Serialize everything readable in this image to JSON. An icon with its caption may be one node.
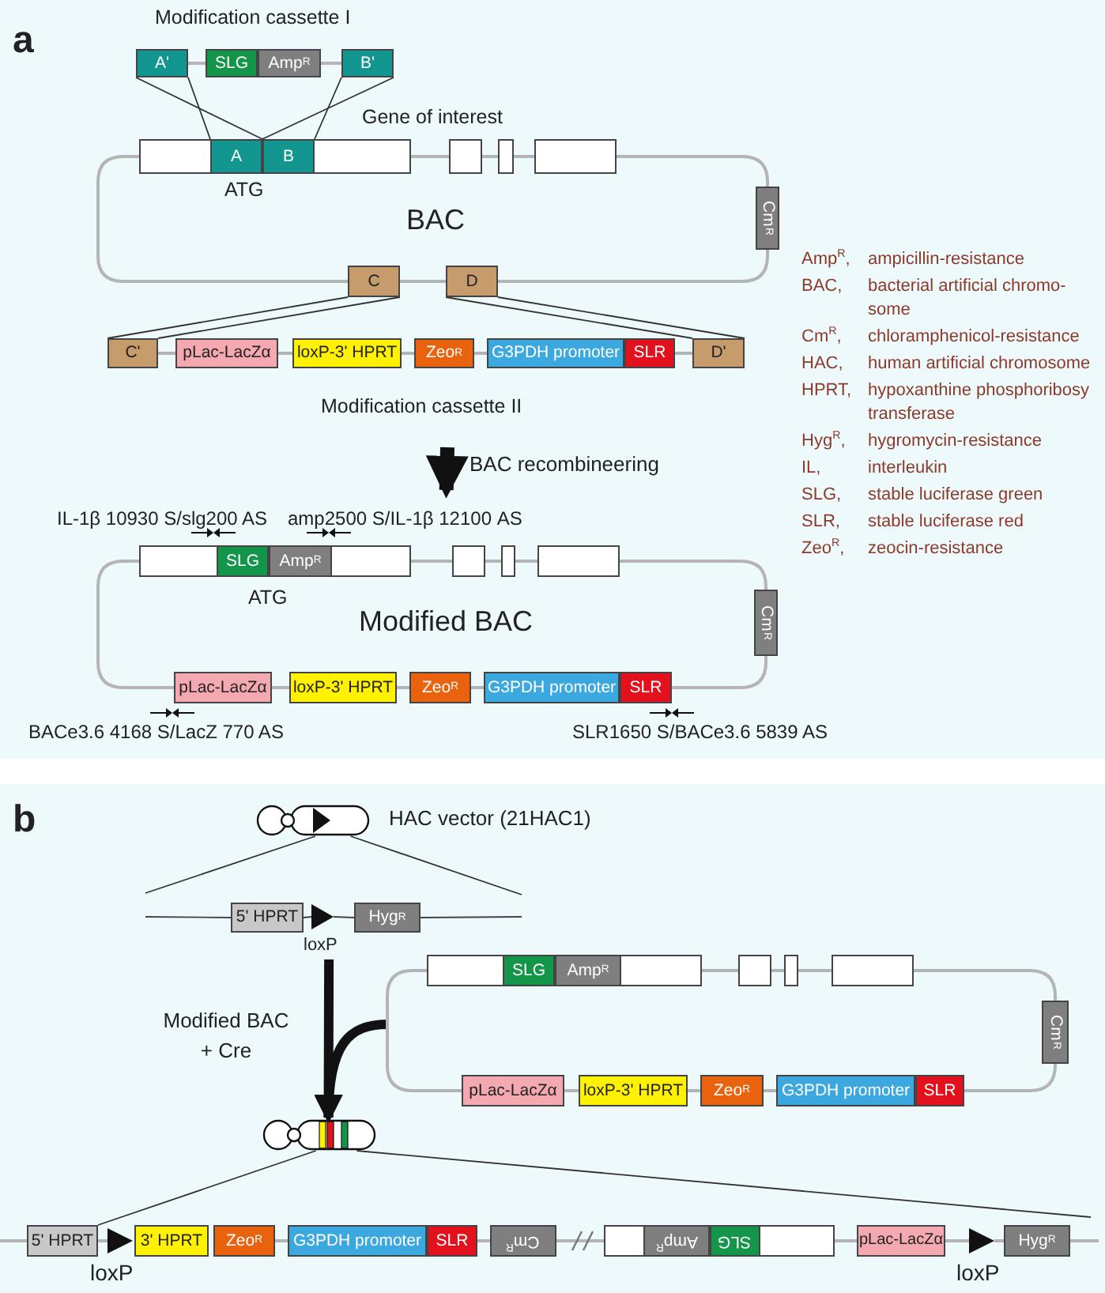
{
  "diagram": {
    "nodes": [
      {
        "text": [
          "A'"
        ]
      },
      {
        "text": [
          "SLG"
        ]
      },
      {
        "text": [
          "Amp$^{R}$"
        ]
      },
      {
        "text": [
          "B'"
        ]
      },
      {
        "text": [],
        "shape": "box"
      },
      {
        "text": [
          "A"
        ],
        "in": 4
      },
      {
        "text": [
          "B"
        ],
        "in": 4
      },
      {
        "text": [],
        "shape": "box"
      },
      {
        "text": [],
        "shape": "box"
      },
      {
        "text": [],
        "shape": "box"
      },
      {
        "text": [
          "Cm$^{R}$"
        ]
      },
      {
        "text": [
          "C"
        ]
      },
      {
        "text": [
          "D"
        ]
      },
      {
        "text": [
          "C'"
        ]
      },
      {
        "text": [
          "pLac-LacZα"
        ]
      },
      {
        "text": [
          "loxP-3' HPRT"
        ]
      },
      {
        "text": [
          "Zeo$^{R}$"
        ]
      },
      {
        "text": [
          "G3PDH promoter"
        ]
      },
      {
        "text": [
          "SLR"
        ]
      },
      {
        "text": [
          "D'"
        ]
      },
      {
        "text": [],
        "shape": "box"
      },
      {
        "text": [
          "SLG"
        ],
        "in": 20
      },
      {
        "text": [
          "Amp$^{R}$"
        ],
        "in": 20
      },
      {
        "text": [],
        "shape": "box"
      },
      {
        "text": [],
        "shape": "box"
      },
      {
        "text": [],
        "shape": "box"
      },
      {
        "text": [
          "Cm$^{R}$"
        ]
      },
      {
        "text": [
          "pLac-LacZα"
        ]
      },
      {
        "text": [
          "loxP-3' HPRT"
        ]
      },
      {
        "text": [
          "Zeo$^{R}$"
        ]
      },
      {
        "text": [
          "G3PDH promoter"
        ]
      },
      {
        "text": [
          "SLR"
        ]
      },
      {
        "text": [],
        "shape": "chromosome",
        "beside": [
          "HAC vector (21HAC1)"
        ]
      },
      {
        "text": [
          "5' HPRT"
        ]
      },
      {
        "text": [],
        "shape": "triangle",
        "beside": [
          "loxP"
        ]
      },
      {
        "text": [
          "Hyg$^{R}$"
        ]
      },
      {
        "text": [],
        "shape": "box"
      },
      {
        "text": [
          "SLG"
        ],
        "in": 36
      },
      {
        "text": [
          "Amp$^{R}$"
        ],
        "in": 36
      },
      {
        "text": [],
        "shape": "box"
      },
      {
        "text": [],
        "shape": "box"
      },
      {
        "text": [],
        "shape": "box"
      },
      {
        "text": [
          "Cm$^{R}$"
        ]
      },
      {
        "text": [
          "pLac-LacZα"
        ]
      },
      {
        "text": [
          "loxP-3' HPRT"
        ]
      },
      {
        "text": [
          "Zeo$^{R}$"
        ]
      },
      {
        "text": [
          "G3PDH promoter"
        ]
      },
      {
        "text": [
          "SLR"
        ]
      },
      {
        "text": [],
        "shape": "chromosome"
      },
      {
        "text": [
          "5' HPRT"
        ]
      },
      {
        "text": [],
        "shape": "triangle",
        "beside": [
          "loxP"
        ]
      },
      {
        "text": [
          "3' HPRT"
        ]
      },
      {
        "text": [
          "Zeo$^{R}$"
        ]
      },
      {
        "text": [
          "G3PDH promoter"
        ]
      },
      {
        "text": [
          "SLR"
        ]
      },
      {
        "text": [
          "Cm$^{R}$"
        ]
      },
      {
        "text": [],
        "shape": "box"
      },
      {
        "text": [
          "Amp$^{R}$"
        ],
        "in": 56
      },
      {
        "text": [
          "SLG"
        ],
        "in": 56
      },
      {
        "text": [
          "pLac-LacZα"
        ]
      },
      {
        "text": [],
        "shape": "triangle",
        "beside": [
          "loxP"
        ]
      },
      {
        "text": [
          "Hyg$^{R}$"
        ]
      }
    ],
    "edges": [
      {
        "from": 0,
        "to": 5,
        "arrow": "none",
        "color": "#333333"
      },
      {
        "from": 0,
        "to": 5,
        "arrow": "none",
        "color": "#333333"
      },
      {
        "from": 3,
        "to": 6,
        "arrow": "none",
        "color": "#333333"
      },
      {
        "from": 3,
        "to": 6,
        "arrow": "none",
        "color": "#333333"
      },
      {
        "from": 11,
        "to": 13,
        "arrow": "none",
        "color": "#333333"
      },
      {
        "from": 11,
        "to": 13,
        "arrow": "none",
        "color": "#333333"
      },
      {
        "from": 12,
        "to": 19,
        "arrow": "none",
        "color": "#333333"
      },
      {
        "from": 12,
        "to": 19,
        "arrow": "none",
        "color": "#333333"
      },
      {
        "from": null,
        "to": 20,
        "arrow": "to",
        "label": "BAC recombineering",
        "style": "thick",
        "color": "#111111"
      },
      {
        "from": 32,
        "to": null,
        "arrow": "none",
        "color": "#333333"
      },
      {
        "from": 32,
        "to": null,
        "arrow": "none",
        "color": "#333333"
      },
      {
        "from": 34,
        "to": 48,
        "arrow": "to",
        "label": "Modified BAC + Cre",
        "style": "thick",
        "color": "#111111"
      },
      {
        "from": null,
        "to": 48,
        "arrow": "to",
        "style": "thick",
        "color": "#111111"
      },
      {
        "from": 48,
        "to": 49,
        "arrow": "none",
        "color": "#333333"
      },
      {
        "from": 48,
        "to": null,
        "arrow": "none",
        "color": "#333333"
      },
      {
        "from": 0,
        "to": 1,
        "arrow": "none"
      },
      {
        "from": 2,
        "to": 3,
        "arrow": "none"
      },
      {
        "from": 4,
        "to": 7,
        "arrow": "none"
      },
      {
        "from": 7,
        "to": 8,
        "arrow": "none"
      },
      {
        "from": 8,
        "to": 9,
        "arrow": "none"
      },
      {
        "from": 9,
        "to": 10,
        "arrow": "none"
      },
      {
        "from": 10,
        "to": 12,
        "arrow": "none"
      },
      {
        "from": 12,
        "to": 11,
        "arrow": "none"
      },
      {
        "from": 11,
        "to": 4,
        "arrow": "none"
      },
      {
        "from": 13,
        "to": 14,
        "arrow": "none"
      },
      {
        "from": 14,
        "to": 15,
        "arrow": "none"
      },
      {
        "from": 15,
        "to": 16,
        "arrow": "none"
      },
      {
        "from": 16,
        "to": 17,
        "arrow": "none"
      },
      {
        "from": 18,
        "to": 19,
        "arrow": "none"
      },
      {
        "from": 20,
        "to": 23,
        "arrow": "none"
      },
      {
        "from": 23,
        "to": 24,
        "arrow": "none"
      },
      {
        "from": 24,
        "to": 25,
        "arrow": "none"
      },
      {
        "from": 25,
        "to": 26,
        "arrow": "none"
      },
      {
        "from": 26,
        "to": 31,
        "arrow": "none"
      },
      {
        "from": 30,
        "to": 29,
        "arrow": "none"
      },
      {
        "from": 29,
        "to": 28,
        "arrow": "none"
      },
      {
        "from": 28,
        "to": 27,
        "arrow": "none"
      },
      {
        "from": 27,
        "to": 20,
        "arrow": "none"
      },
      {
        "from": 33,
        "to": 34,
        "arrow": "none",
        "color": "#444444"
      },
      {
        "from": 34,
        "to": 35,
        "arrow": "none",
        "color": "#444444"
      },
      {
        "from": null,
        "to": 33,
        "arrow": "none",
        "color": "#444444"
      },
      {
        "from": 35,
        "to": null,
        "arrow": "none",
        "color": "#444444"
      },
      {
        "from": 36,
        "to": 39,
        "arrow": "none"
      },
      {
        "from": 39,
        "to": 40,
        "arrow": "none"
      },
      {
        "from": 40,
        "to": 41,
        "arrow": "none"
      },
      {
        "from": 41,
        "to": 42,
        "arrow": "none"
      },
      {
        "from": 42,
        "to": 47,
        "arrow": "none"
      },
      {
        "from": 46,
        "to": 45,
        "arrow": "none"
      },
      {
        "from": 45,
        "to": 44,
        "arrow": "none"
      },
      {
        "from": 44,
        "to": 43,
        "arrow": "none"
      },
      {
        "from": 43,
        "to": 36,
        "arrow": "none"
      },
      {
        "from": null,
        "to": 49,
        "arrow": "none"
      },
      {
        "from": 49,
        "to": 50,
        "arrow": "none"
      },
      {
        "from": 52,
        "to": 53,
        "arrow": "none"
      },
      {
        "from": 54,
        "to": 55,
        "arrow": "none"
      },
      {
        "from": 55,
        "to": 56,
        "arrow": "none"
      },
      {
        "from": 56,
        "to": 59,
        "arrow": "none"
      },
      {
        "from": 59,
        "to": 60,
        "arrow": "none"
      },
      {
        "from": 60,
        "to": 61,
        "arrow": "none"
      },
      {
        "from": 61,
        "to": null,
        "arrow": "none"
      }
    ],
    "labels": [
      "a",
      "Modification cassette I",
      "Gene of interest",
      "ATG",
      "BAC",
      "Amp$^{R}$,",
      "ampicillin-resistance",
      "BAC,",
      "bacterial artificial chromo- some",
      "Cm$^{R}$,",
      "chloramphenicol-resistance",
      "HAC,",
      "human artificial chromosome",
      "HPRT,",
      "hypoxanthine phosphoribosy transferase",
      "Hyg$^{R}$,",
      "hygromycin-resistance",
      "IL,",
      "interleukin",
      "SLG,",
      "stable luciferase green",
      "SLR,",
      "stable luciferase red",
      "Zeo$^{R}$,",
      "zeocin-resistance",
      "Modification cassette II",
      "IL-1β 10930 S/slg200 AS",
      "amp2500 S/IL-1β 12100 AS",
      "ATG",
      "Modified BAC",
      "BACe3.6 4168 S/LacZ 770 AS",
      "SLR1650 S/BACe3.6 5839 AS",
      "b"
    ]
  }
}
